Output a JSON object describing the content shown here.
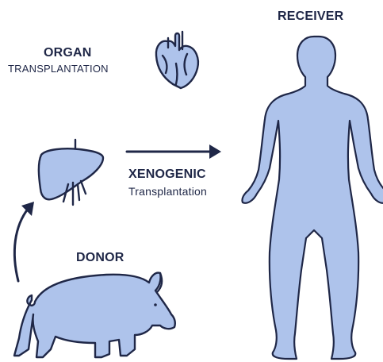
{
  "labels": {
    "receiver": "RECEIVER",
    "organ_title": "ORGAN",
    "organ_subtitle": "TRANSPLANTATION",
    "xeno_title": "XENOGENIC",
    "xeno_subtitle": "Transplantation",
    "donor": "DONOR"
  },
  "colors": {
    "fill": "#aec3eb",
    "outline": "#1f2747",
    "arrow": "#1f2747",
    "background": "#ffffff"
  },
  "icons": {
    "heart": "heart-icon",
    "liver": "liver-icon",
    "pig": "pig-icon",
    "human": "human-body-icon",
    "arrow_right": "arrow-right-icon",
    "arrow_curved": "curved-arrow-up-icon"
  }
}
